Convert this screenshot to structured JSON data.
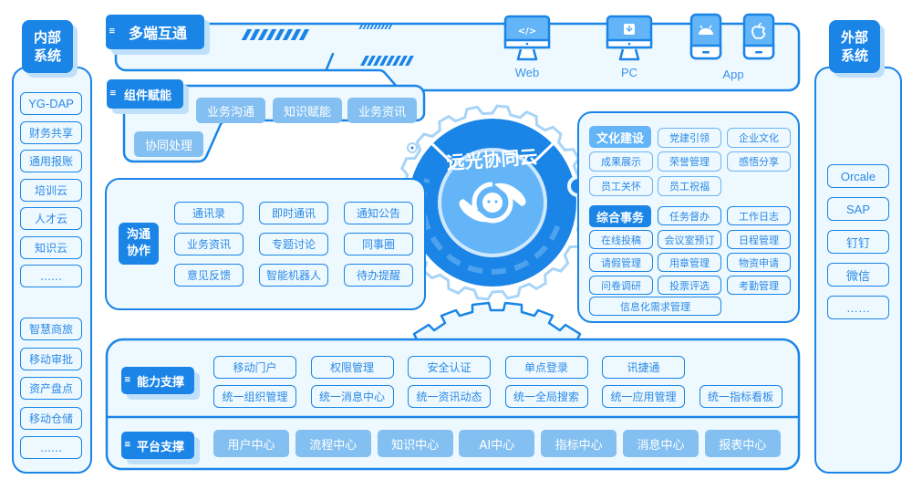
{
  "center": {
    "title": "远光协同云",
    "logo_icon": "chat-swirl-logo-icon"
  },
  "internal": {
    "title": "内部系统",
    "title_lines": [
      "内部",
      "系统"
    ],
    "group1": [
      "YG-DAP",
      "财务共享",
      "通用报账",
      "培训云",
      "人才云",
      "知识云",
      "……"
    ],
    "group2": [
      "智慧商旅",
      "移动审批",
      "资产盘点",
      "移动仓储",
      "……"
    ]
  },
  "external": {
    "title": "外部系统",
    "title_lines": [
      "外部",
      "系统"
    ],
    "items": [
      "Orcale",
      "SAP",
      "钉钉",
      "微信",
      "……"
    ]
  },
  "multi_terminal": {
    "label": "多端互通",
    "devices": [
      {
        "label": "Web",
        "icon": "code-monitor-icon"
      },
      {
        "label": "PC",
        "icon": "download-monitor-icon"
      },
      {
        "label": "App",
        "icons": [
          "android-phone-icon",
          "apple-phone-icon"
        ]
      }
    ]
  },
  "component": {
    "label": "组件赋能",
    "items": [
      "业务沟通",
      "知识赋能",
      "业务资讯",
      "协同处理"
    ]
  },
  "communication": {
    "label": "沟通协作",
    "label_lines": [
      "沟通",
      "协作"
    ],
    "items": [
      "通讯录",
      "即时通讯",
      "通知公告",
      "业务资讯",
      "专题讨论",
      "同事圈",
      "意见反馈",
      "智能机器人",
      "待办提醒"
    ]
  },
  "culture": {
    "label": "文化建设",
    "items": [
      "党建引领",
      "企业文化",
      "成果展示",
      "荣誉管理",
      "感悟分享",
      "员工关怀",
      "员工祝福"
    ]
  },
  "affairs": {
    "label": "综合事务",
    "items": [
      "任务督办",
      "工作日志",
      "在线投稿",
      "会议室预订",
      "日程管理",
      "请假管理",
      "用章管理",
      "物资申请",
      "问卷调研",
      "投票评选",
      "考勤管理",
      "信息化需求管理"
    ]
  },
  "capability": {
    "label": "能力支撑",
    "row1": [
      "移动门户",
      "权限管理",
      "安全认证",
      "单点登录",
      "讯捷通"
    ],
    "row2": [
      "统一组织管理",
      "统一消息中心",
      "统一资讯动态",
      "统一全局搜索",
      "统一应用管理",
      "统一指标看板"
    ]
  },
  "platform": {
    "label": "平台支撑",
    "items": [
      "用户中心",
      "流程中心",
      "知识中心",
      "AI中心",
      "指标中心",
      "消息中心",
      "报表中心"
    ]
  },
  "colors": {
    "primary": "#1a85e6",
    "light_fill": "#83c0f1",
    "panel_bg": "#eef8ff",
    "shadow": "#bfe0fb"
  }
}
